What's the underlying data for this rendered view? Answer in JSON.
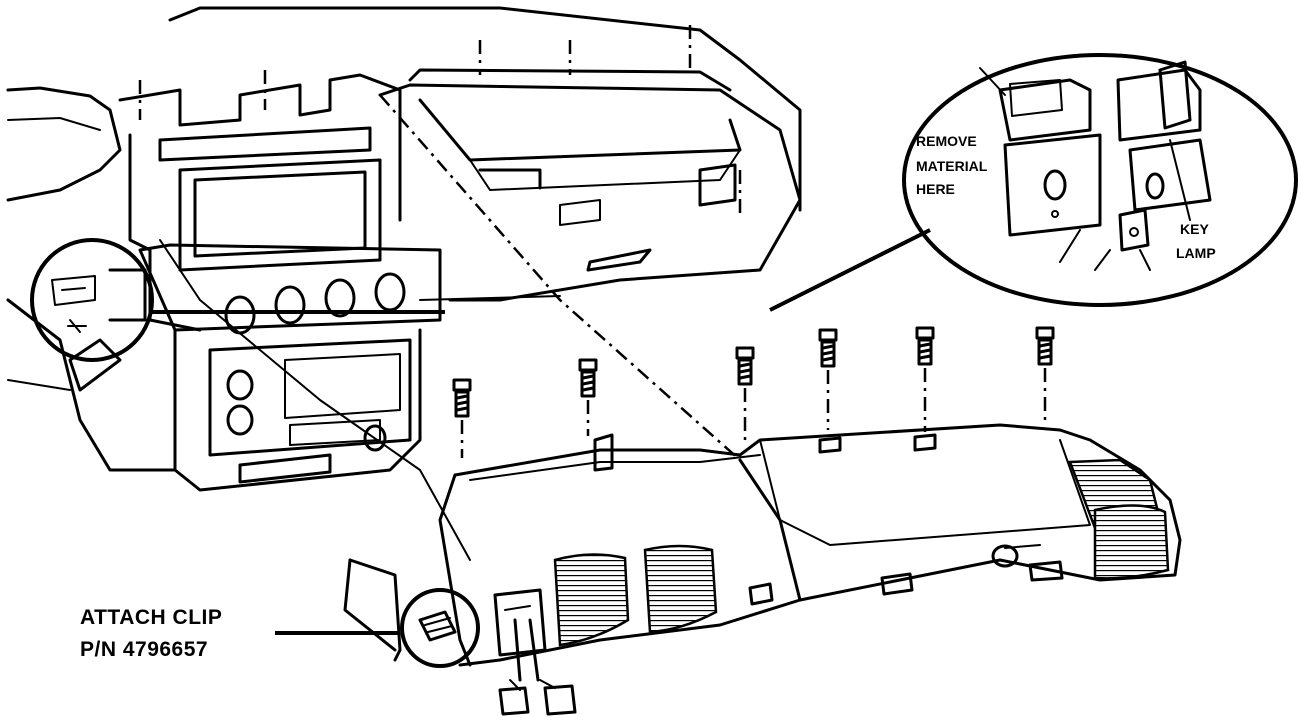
{
  "labels": {
    "remove_material": [
      "REMOVE",
      "MATERIAL",
      "HERE"
    ],
    "key_lamp": [
      "KEY",
      "LAMP"
    ],
    "attach_clip": [
      "ATTACH CLIP",
      "P/N 4796657"
    ]
  }
}
